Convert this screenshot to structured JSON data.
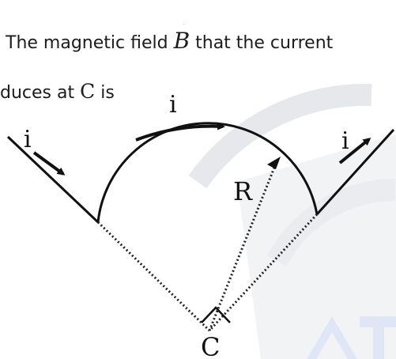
{
  "question": {
    "line1_prefix": "The magnetic field ",
    "vector_symbol": "B",
    "vector_arrow": "→",
    "line1_suffix": " that the current",
    "line2_prefix": "duces at ",
    "point_symbol": "C",
    "line2_suffix": " is"
  },
  "figure": {
    "current_label": "i",
    "radius_label": "R",
    "center_label": "C",
    "colors": {
      "wire": "#111111",
      "dotted": "#222222",
      "watermark": "#e6e8ec",
      "watermark_blue": "#dfe7f6"
    }
  }
}
